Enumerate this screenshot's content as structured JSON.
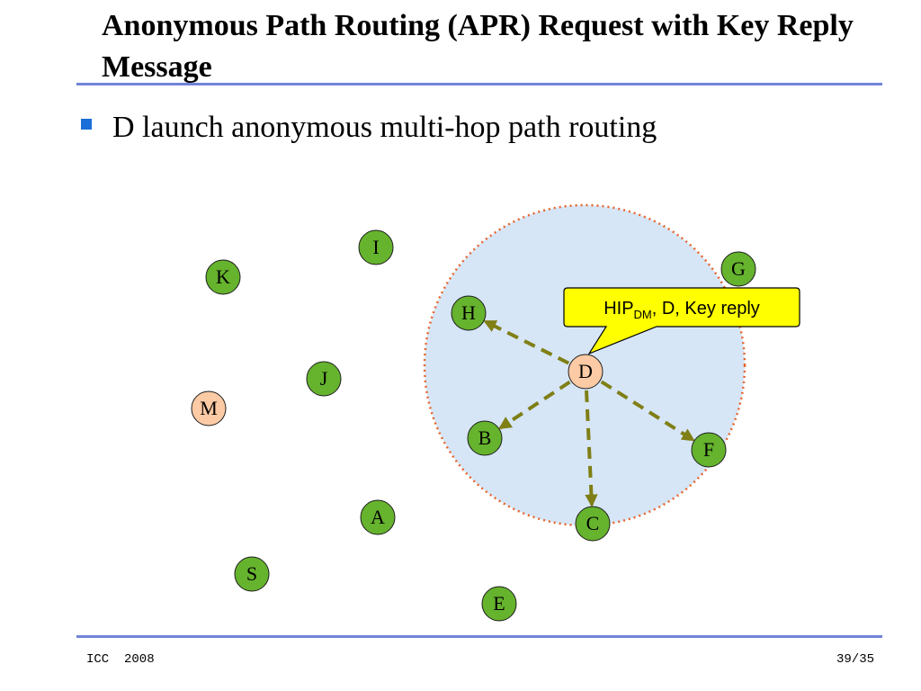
{
  "slide": {
    "title": "Anonymous Path Routing (APR) Request with Key Reply Message",
    "bullet": "D launch anonymous multi-hop path routing"
  },
  "diagram": {
    "colors": {
      "node_fill": "#66b32e",
      "highlight_fill": "#fccaa4",
      "arrow": "#7f7f16",
      "range_fill": "#d6e6f7",
      "range_border": "#e8642d",
      "callout_fill": "#ffff00"
    },
    "nodes": [
      {
        "id": "I",
        "label": "I",
        "highlight": false
      },
      {
        "id": "K",
        "label": "K",
        "highlight": false
      },
      {
        "id": "G",
        "label": "G",
        "highlight": false
      },
      {
        "id": "H",
        "label": "H",
        "highlight": false
      },
      {
        "id": "D",
        "label": "D",
        "highlight": true
      },
      {
        "id": "J",
        "label": "J",
        "highlight": false
      },
      {
        "id": "M",
        "label": "M",
        "highlight": true
      },
      {
        "id": "B",
        "label": "B",
        "highlight": false
      },
      {
        "id": "F",
        "label": "F",
        "highlight": false
      },
      {
        "id": "A",
        "label": "A",
        "highlight": false
      },
      {
        "id": "C",
        "label": "C",
        "highlight": false
      },
      {
        "id": "S",
        "label": "S",
        "highlight": false
      },
      {
        "id": "E",
        "label": "E",
        "highlight": false
      }
    ],
    "edges": [
      {
        "from": "D",
        "to": "H"
      },
      {
        "from": "D",
        "to": "B"
      },
      {
        "from": "D",
        "to": "C"
      },
      {
        "from": "D",
        "to": "F"
      }
    ],
    "callout": {
      "main": "HIP",
      "subscript": "DM",
      "rest": ", D, Key reply"
    }
  },
  "footer": {
    "left": "ICC  2008",
    "right": "39/35"
  }
}
